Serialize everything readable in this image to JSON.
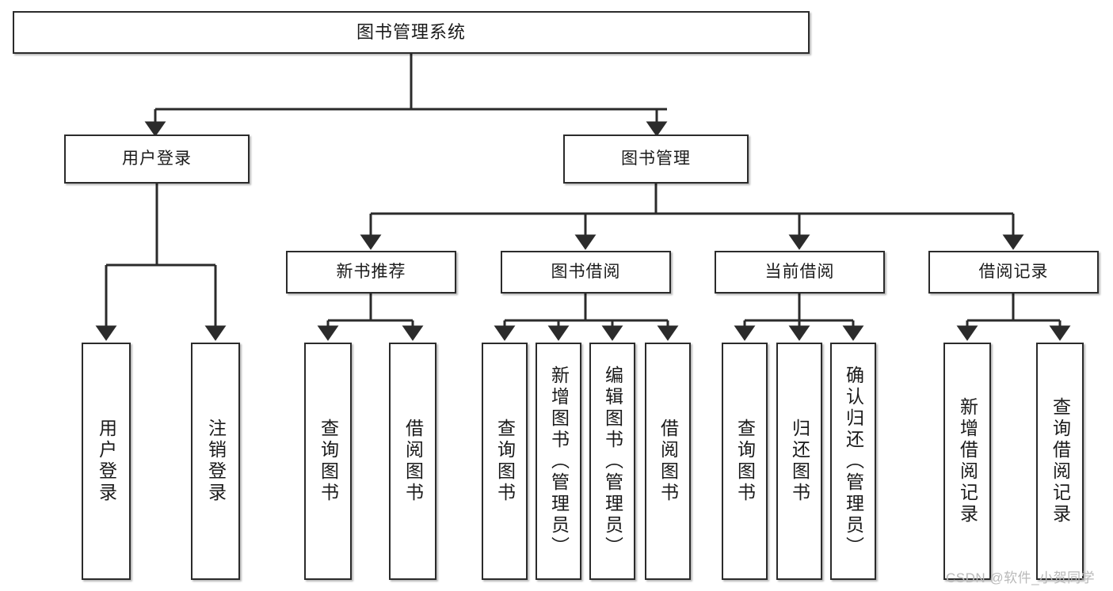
{
  "diagram": {
    "title": "图书管理系统",
    "type": "tree-hierarchy",
    "watermark": "CSDN @软件_小贺同学",
    "colors": {
      "box_border": "#2b2b2b",
      "box_fill": "#ffffff",
      "connector": "#2b2b2b",
      "background": "#ffffff",
      "watermark": "#b9b9b9"
    }
  },
  "root": {
    "label": "图书管理系统"
  },
  "level2": [
    {
      "label": "用户登录"
    },
    {
      "label": "图书管理"
    }
  ],
  "level3": [
    {
      "label": "新书推荐"
    },
    {
      "label": "图书借阅"
    },
    {
      "label": "当前借阅"
    },
    {
      "label": "借阅记录"
    }
  ],
  "leaves": {
    "user_login": [
      {
        "label": "用户登录"
      },
      {
        "label": "注销登录"
      }
    ],
    "new_book": [
      {
        "label": "查询图书"
      },
      {
        "label": "借阅图书"
      }
    ],
    "book_borrow": [
      {
        "label": "查询图书"
      },
      {
        "label": "新增图书（管理员）"
      },
      {
        "label": "编辑图书（管理员）"
      },
      {
        "label": "借阅图书"
      }
    ],
    "current_borrow": [
      {
        "label": "查询图书"
      },
      {
        "label": "归还图书"
      },
      {
        "label": "确认归还（管理员）"
      }
    ],
    "borrow_record": [
      {
        "label": "新增借阅记录"
      },
      {
        "label": "查询借阅记录"
      }
    ]
  }
}
